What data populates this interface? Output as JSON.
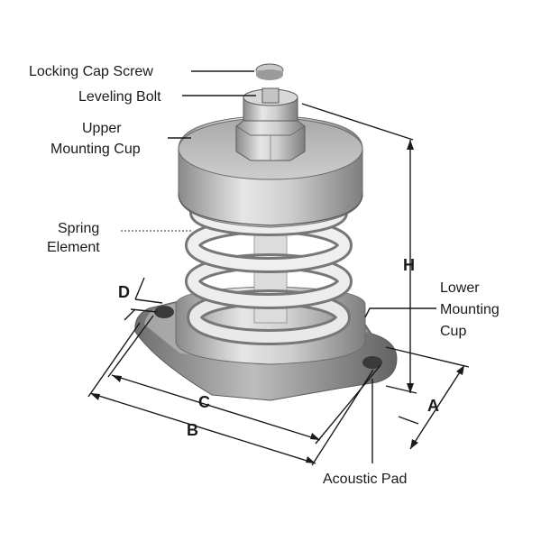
{
  "labels": {
    "locking_cap_screw": "Locking Cap Screw",
    "leveling_bolt": "Leveling Bolt",
    "upper_mounting_cup_1": "Upper",
    "upper_mounting_cup_2": "Mounting Cup",
    "spring_element_1": "Spring",
    "spring_element_2": "Element",
    "lower_mounting_cup_1": "Lower",
    "lower_mounting_cup_2": "Mounting",
    "lower_mounting_cup_3": "Cup",
    "acoustic_pad": "Acoustic Pad"
  },
  "dimensions": {
    "a": "A",
    "b": "B",
    "c": "C",
    "d": "D",
    "h": "H"
  }
}
